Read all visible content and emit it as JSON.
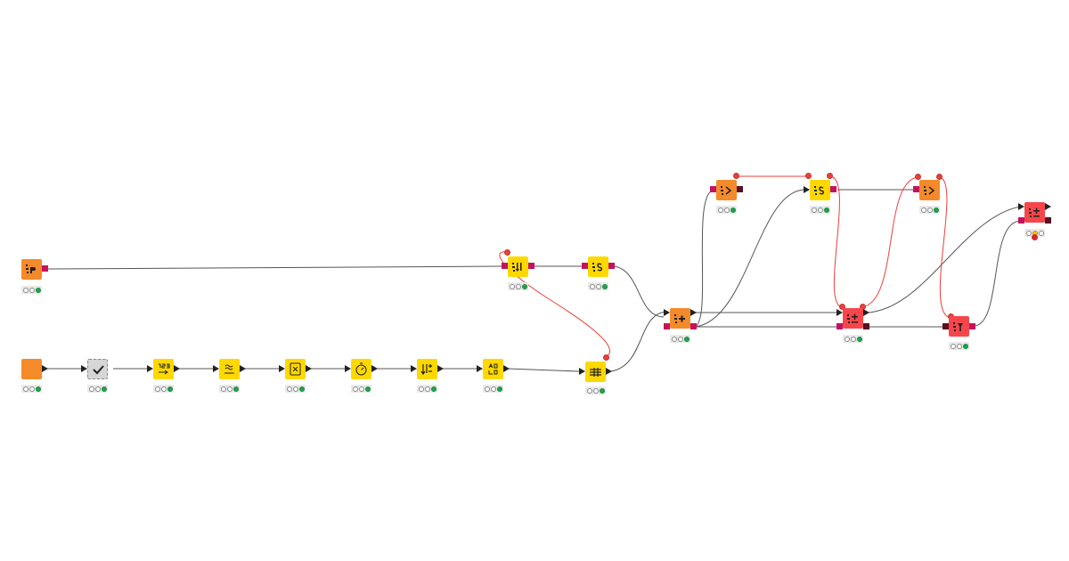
{
  "workflow": {
    "colors": {
      "source": "#f58a2a",
      "manipulator": "#ffd800",
      "predictor": "#f5474b",
      "connection": "#555555",
      "flow_variable": "#e8403c",
      "port_table": "#222222",
      "port_model": "#c4135e",
      "port_model_dark": "#5a0f24"
    },
    "nodes": [
      {
        "id": "n1",
        "name": "node-reader-top",
        "type": "source",
        "icon": "table-reader-icon",
        "status": [
          "off",
          "off",
          "green"
        ]
      },
      {
        "id": "n2",
        "name": "node-source-bottom",
        "type": "source",
        "icon": "blank-icon",
        "status": [
          "off",
          "off",
          "green"
        ]
      },
      {
        "id": "n3",
        "name": "node-component",
        "type": "component",
        "icon": "checkmark-icon",
        "status": [
          "off",
          "off",
          "green"
        ]
      },
      {
        "id": "n4",
        "name": "node-number-to-string",
        "type": "manipulator",
        "icon": "number-convert-icon",
        "status": [
          "off",
          "off",
          "green"
        ]
      },
      {
        "id": "n5",
        "name": "node-normalizer",
        "type": "manipulator",
        "icon": "normalize-icon",
        "status": [
          "off",
          "off",
          "green"
        ]
      },
      {
        "id": "n6",
        "name": "node-math-formula",
        "type": "manipulator",
        "icon": "formula-icon",
        "status": [
          "off",
          "off",
          "green"
        ]
      },
      {
        "id": "n7",
        "name": "node-timer",
        "type": "manipulator",
        "icon": "timer-icon",
        "status": [
          "off",
          "off",
          "green"
        ]
      },
      {
        "id": "n8",
        "name": "node-sorter",
        "type": "manipulator",
        "icon": "sort-icon",
        "status": [
          "off",
          "off",
          "green"
        ]
      },
      {
        "id": "n9",
        "name": "node-column-rename",
        "type": "manipulator",
        "icon": "rename-icon",
        "status": [
          "off",
          "off",
          "green"
        ]
      },
      {
        "id": "n10",
        "name": "node-model-writer-mid",
        "type": "manipulator",
        "icon": "sort-down-icon",
        "status": [
          "off",
          "off",
          "green"
        ]
      },
      {
        "id": "n11",
        "name": "node-scorer-s-mid",
        "type": "manipulator",
        "icon": "scorer-icon",
        "status": [
          "off",
          "off",
          "green"
        ]
      },
      {
        "id": "n12",
        "name": "node-row-filter",
        "type": "manipulator",
        "icon": "filter-icon",
        "status": [
          "off",
          "off",
          "green"
        ]
      },
      {
        "id": "n13",
        "name": "node-learner",
        "type": "source",
        "icon": "learner-icon",
        "status": [
          "off",
          "off",
          "green"
        ]
      },
      {
        "id": "n14",
        "name": "node-transformer-top-left",
        "type": "source",
        "icon": "transform-icon",
        "status": [
          "off",
          "off",
          "green"
        ]
      },
      {
        "id": "n15",
        "name": "node-scorer-s-top",
        "type": "manipulator",
        "icon": "scorer-icon",
        "status": [
          "off",
          "off",
          "green"
        ]
      },
      {
        "id": "n16",
        "name": "node-transformer-top-right",
        "type": "source",
        "icon": "transform-icon",
        "status": [
          "off",
          "off",
          "green"
        ]
      },
      {
        "id": "n17",
        "name": "node-predictor-mid",
        "type": "predictor",
        "icon": "predictor-icon",
        "status": [
          "off",
          "off",
          "green"
        ]
      },
      {
        "id": "n18",
        "name": "node-predictor-low",
        "type": "predictor",
        "icon": "predictor-arrow-icon",
        "status": [
          "off",
          "off",
          "green"
        ]
      },
      {
        "id": "n19",
        "name": "node-predictor-end",
        "type": "predictor",
        "icon": "predictor-icon",
        "status": [
          "off",
          "yellow",
          "off"
        ],
        "error": true
      }
    ]
  }
}
